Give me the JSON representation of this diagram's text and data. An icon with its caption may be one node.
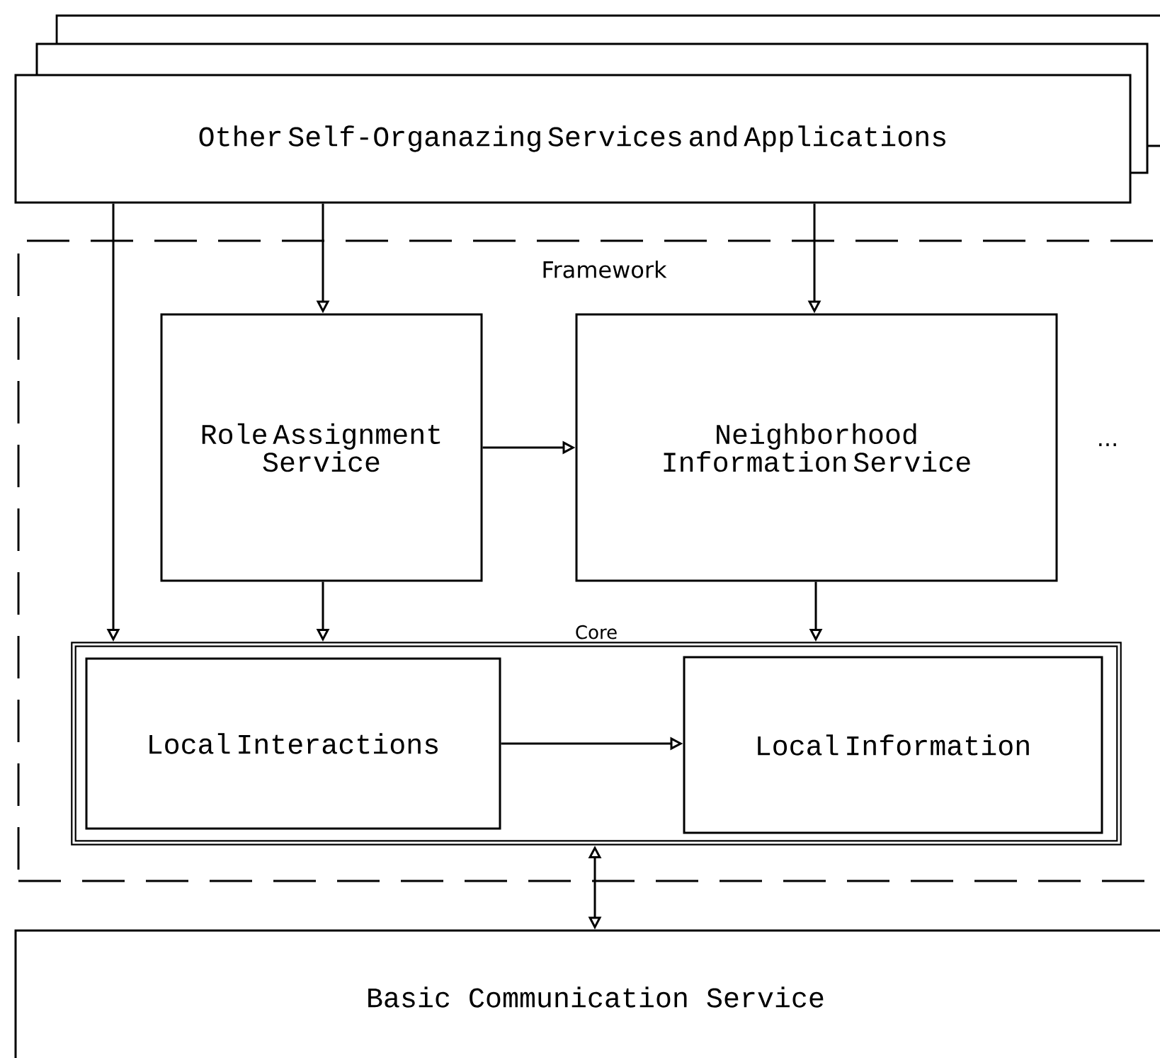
{
  "diagram": {
    "nodes": [
      {
        "text": [
          "Other Self-Organazing Services and Applications"
        ]
      },
      {
        "text": [
          "Framework"
        ]
      },
      {
        "text": [
          "Role Assignment Service"
        ],
        "in": 1
      },
      {
        "text": [
          "Neighborhood Information Service"
        ],
        "in": 1
      },
      {
        "text": [
          "Core"
        ],
        "in": 1
      },
      {
        "text": [
          "Local Interactions"
        ],
        "in": 4
      },
      {
        "text": [
          "Local Information"
        ],
        "in": 4
      },
      {
        "text": [
          "Basic Communication Service"
        ]
      }
    ],
    "edges": [
      {
        "from": 0,
        "to": 2,
        "arrow": "to"
      },
      {
        "from": 0,
        "to": 3,
        "arrow": "to"
      },
      {
        "from": 0,
        "to": 4,
        "arrow": "to"
      },
      {
        "from": 2,
        "to": 3,
        "arrow": "to"
      },
      {
        "from": 2,
        "to": 4,
        "arrow": "to"
      },
      {
        "from": 3,
        "to": 4,
        "arrow": "to"
      },
      {
        "from": 5,
        "to": 6,
        "arrow": "to"
      },
      {
        "from": 4,
        "to": 7,
        "arrow": "both"
      }
    ],
    "labels": [
      "..."
    ]
  }
}
